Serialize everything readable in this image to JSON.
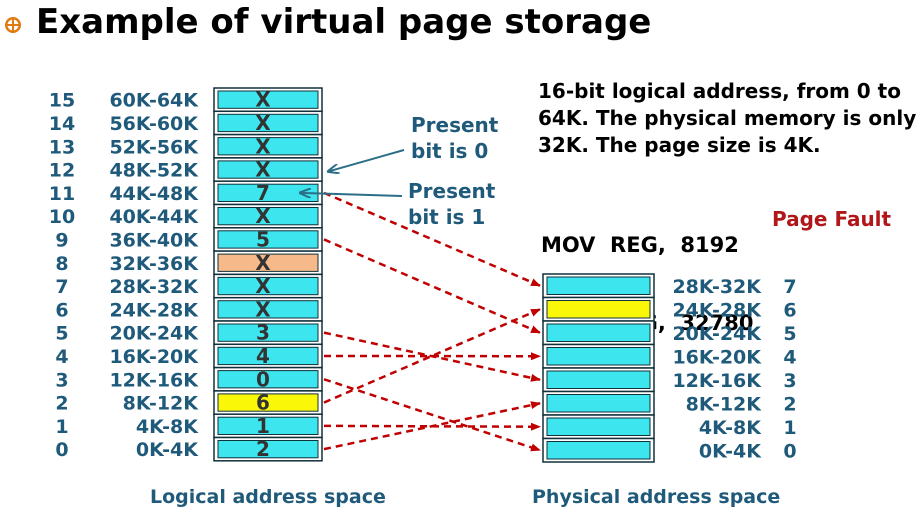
{
  "title": "Example of virtual page storage",
  "colors": {
    "cell_fill": "#3de6ee",
    "highlight_yellow": "#fbf708",
    "highlight_peach": "#f6b98a",
    "label_blue": "#1f5a7a",
    "arrow_red": "#c00000",
    "pointer_teal": "#2a6f86",
    "page_fault_red": "#b0161a"
  },
  "logical": {
    "caption": "Logical address space",
    "rows": [
      {
        "index": "15",
        "range": "60K-64K",
        "frame": "X",
        "highlight": "none"
      },
      {
        "index": "14",
        "range": "56K-60K",
        "frame": "X",
        "highlight": "none"
      },
      {
        "index": "13",
        "range": "52K-56K",
        "frame": "X",
        "highlight": "none"
      },
      {
        "index": "12",
        "range": "48K-52K",
        "frame": "X",
        "highlight": "none"
      },
      {
        "index": "11",
        "range": "44K-48K",
        "frame": "7",
        "highlight": "none"
      },
      {
        "index": "10",
        "range": "40K-44K",
        "frame": "X",
        "highlight": "none"
      },
      {
        "index": "9",
        "range": "36K-40K",
        "frame": "5",
        "highlight": "none"
      },
      {
        "index": "8",
        "range": "32K-36K",
        "frame": "X",
        "highlight": "peach"
      },
      {
        "index": "7",
        "range": "28K-32K",
        "frame": "X",
        "highlight": "none"
      },
      {
        "index": "6",
        "range": "24K-28K",
        "frame": "X",
        "highlight": "none"
      },
      {
        "index": "5",
        "range": "20K-24K",
        "frame": "3",
        "highlight": "none"
      },
      {
        "index": "4",
        "range": "16K-20K",
        "frame": "4",
        "highlight": "none"
      },
      {
        "index": "3",
        "range": "12K-16K",
        "frame": "0",
        "highlight": "none"
      },
      {
        "index": "2",
        "range": "8K-12K",
        "frame": "6",
        "highlight": "yellow"
      },
      {
        "index": "1",
        "range": "4K-8K",
        "frame": "1",
        "highlight": "none"
      },
      {
        "index": "0",
        "range": "0K-4K",
        "frame": "2",
        "highlight": "none"
      }
    ]
  },
  "physical": {
    "caption": "Physical address space",
    "rows": [
      {
        "range": "28K-32K",
        "index": "7",
        "highlight": "none"
      },
      {
        "range": "24K-28K",
        "index": "6",
        "highlight": "yellow"
      },
      {
        "range": "20K-24K",
        "index": "5",
        "highlight": "none"
      },
      {
        "range": "16K-20K",
        "index": "4",
        "highlight": "none"
      },
      {
        "range": "12K-16K",
        "index": "3",
        "highlight": "none"
      },
      {
        "range": "8K-12K",
        "index": "2",
        "highlight": "none"
      },
      {
        "range": "4K-8K",
        "index": "1",
        "highlight": "none"
      },
      {
        "range": "0K-4K",
        "index": "0",
        "highlight": "none"
      }
    ]
  },
  "annotations": {
    "present0_line1": "Present",
    "present0_line2": "bit is 0",
    "present1_line1": "Present",
    "present1_line2": "bit is 1",
    "desc_line1": "16-bit logical address, from 0 to",
    "desc_line2": "64K. The physical memory is only",
    "desc_line3": "32K. The page size is 4K.",
    "mov1": "MOV  REG,  8192",
    "mov2": "MOV  REG,  32780",
    "page_fault": "Page Fault"
  },
  "mappings": [
    {
      "page": "11",
      "frame": "7"
    },
    {
      "page": "9",
      "frame": "5"
    },
    {
      "page": "5",
      "frame": "3"
    },
    {
      "page": "4",
      "frame": "4"
    },
    {
      "page": "3",
      "frame": "0"
    },
    {
      "page": "2",
      "frame": "6"
    },
    {
      "page": "1",
      "frame": "1"
    },
    {
      "page": "0",
      "frame": "2"
    }
  ]
}
